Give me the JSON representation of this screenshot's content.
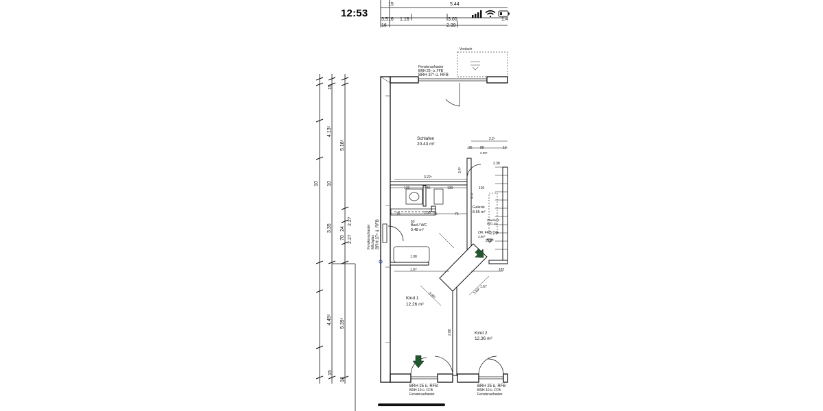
{
  "status_bar": {
    "time": "12:53"
  },
  "top_dimensions": [
    "5.44",
    "1.16",
    "3.00",
    "2.39",
    "1.4",
    "15",
    "16",
    "3,5",
    "16"
  ],
  "labels": {
    "vordach": "Vordach",
    "fenster_top_1": "Fensteraufraster",
    "fenster_top_2": "BRH 22⁵ ü. FFB",
    "fenster_top_3": "BRH 37⁵ ü. RFB",
    "fenster_left_1": "Fensteraufraster",
    "fenster_left_2": "Milchglas",
    "fenster_left_3": "BRH 37⁵ ü. RFB",
    "brh_bottom_left_1": "BRH 25 ü. RFB",
    "brh_bottom_left_2": "BRH 10 ü. FFB",
    "brh_bottom_left_3": "Fensteraufraster",
    "brh_bottom_right_1": "BRH 25 ü. RFB",
    "brh_bottom_right_2": "BRH 10 ü. FFB",
    "brh_bottom_right_3": "Fensteraufraster",
    "oberlicht": "Oberlicht",
    "ok_ffb": "OK FFB OG",
    "ok_ffb_val": "3,00⁰",
    "ok_ffb_val2": "2,90⁰"
  },
  "rooms": {
    "schlafen": {
      "name": "Schlafen",
      "area": "20.43 m²"
    },
    "bad": {
      "name": "Bad / WC",
      "area": "9.48 m²"
    },
    "galerie": {
      "name": "Galerie",
      "area": "8.55 m²"
    },
    "kind1": {
      "name": "Kind 1",
      "area": "12.26 m²"
    },
    "kind2": {
      "name": "Kind 2",
      "area": "12.36 m²"
    }
  },
  "inner_dimensions": [
    "3.22⁵",
    "139",
    "45",
    "139",
    "2.2⁵",
    "25",
    "88",
    "10",
    "2.05⁵",
    "120",
    "1.56",
    "75",
    "75",
    "1.97",
    "182",
    "1.98",
    "3.69⁵",
    "3.69⁵",
    "1.67",
    "63",
    "2.88",
    "4.1²",
    "3.4⁰",
    "25",
    "90/1.20",
    "2.38"
  ],
  "left_dimensions": [
    "15",
    "10",
    "4.13⁵",
    "5.18⁵",
    "10",
    "3.35",
    "70",
    "2.27",
    "24",
    "2.27",
    "4.49⁵",
    "5.39⁵",
    "15",
    "18"
  ]
}
